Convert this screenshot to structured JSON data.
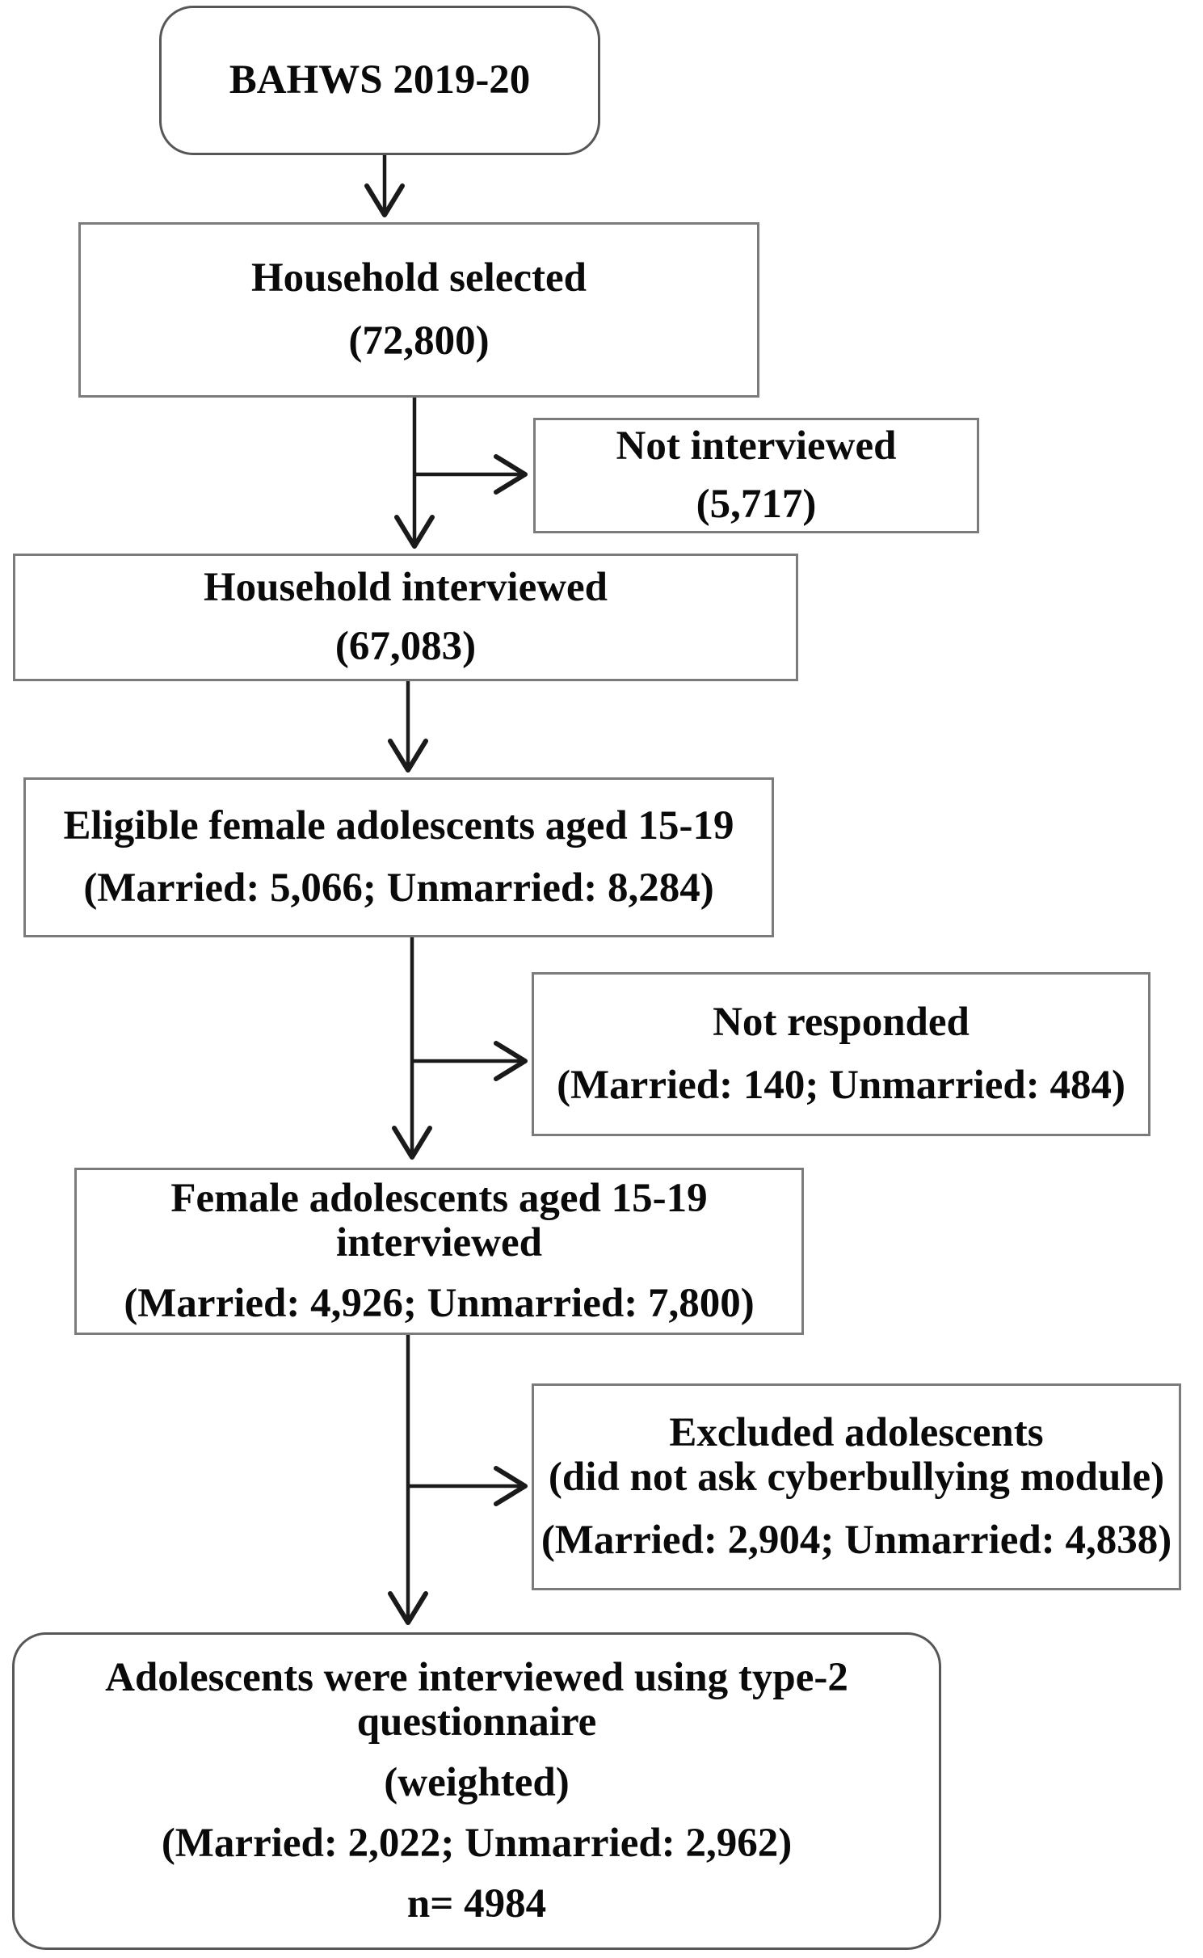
{
  "diagram": {
    "title_node": {
      "title": "BAHWS 2019-20"
    },
    "nodes": {
      "household_selected": {
        "title": "Household selected",
        "count": "(72,800)"
      },
      "not_interviewed": {
        "title": "Not interviewed",
        "count": "(5,717)"
      },
      "household_interviewed": {
        "title": "Household interviewed",
        "count": "(67,083)"
      },
      "eligible_adolescents": {
        "title": "Eligible female adolescents aged 15-19",
        "count": "(Married: 5,066; Unmarried: 8,284)"
      },
      "not_responded": {
        "title": "Not responded",
        "count": "(Married: 140; Unmarried: 484)"
      },
      "adolescents_interviewed": {
        "title": "Female adolescents aged 15-19 interviewed",
        "count": "(Married: 4,926; Unmarried: 7,800)"
      },
      "excluded_adolescents": {
        "title": "Excluded adolescents",
        "subtitle": "(did not ask cyberbullying module)",
        "count": "(Married: 2,904; Unmarried: 4,838)"
      },
      "final_sample": {
        "title": "Adolescents were interviewed using type-2 questionnaire",
        "subtitle": "(weighted)",
        "count": "(Married: 2,022; Unmarried: 2,962)",
        "n_label": "n= 4984"
      }
    },
    "colors": {
      "background": "#ffffff",
      "box_border": "#7b7b7b",
      "rounded_box_border": "#575757",
      "text": "#0a0a0a",
      "arrow": "#1a1a1a"
    }
  }
}
